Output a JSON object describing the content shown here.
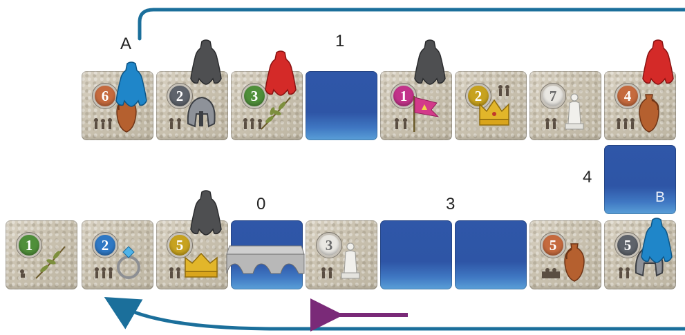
{
  "labels": {
    "a": "A",
    "one": "1",
    "zero": "0",
    "three": "3",
    "four": "4",
    "b": "B"
  },
  "colors": {
    "track_arrow": "#1b6f9b",
    "direction_arrow": "#7a2a78",
    "sea": "#2f57a8",
    "blue_pawn": "#1f86c9",
    "red_pawn": "#d42a28",
    "grey_pawn": "#4e4f51"
  },
  "top_row": [
    {
      "type": "land",
      "value": "6",
      "coin_color": "#c56a3e",
      "good": "amphora-icon"
    },
    {
      "type": "land",
      "value": "2",
      "coin_color": "#5e636b",
      "good": "helmet-icon"
    },
    {
      "type": "land",
      "value": "3",
      "coin_color": "#4f8f3a",
      "good": "olive-branch-icon"
    },
    {
      "type": "sea"
    },
    {
      "type": "land",
      "value": "1",
      "coin_color": "#c2338a",
      "good": "flag-icon"
    },
    {
      "type": "land",
      "value": "2",
      "coin_color": "#c7a21f",
      "good": "crown-icon"
    },
    {
      "type": "land",
      "value": "7",
      "coin_color": "#e9e7e2",
      "good": "statue-icon"
    },
    {
      "type": "land",
      "value": "4",
      "coin_color": "#c56a3e",
      "good": "amphora-icon"
    }
  ],
  "bottom_row": [
    {
      "type": "land",
      "value": "1",
      "coin_color": "#4f8f3a",
      "good": "olive-branch-icon"
    },
    {
      "type": "land",
      "value": "2",
      "coin_color": "#2f78c4",
      "good": "ring-icon"
    },
    {
      "type": "land",
      "value": "5",
      "coin_color": "#c7a21f",
      "good": "crown-icon"
    },
    {
      "type": "sea",
      "bridge": true
    },
    {
      "type": "land",
      "value": "3",
      "coin_color": "#e9e7e2",
      "good": "statue-icon"
    },
    {
      "type": "sea"
    },
    {
      "type": "sea"
    },
    {
      "type": "land",
      "value": "5",
      "coin_color": "#c56a3e",
      "good": "amphora-icon"
    },
    {
      "type": "land",
      "value": "5",
      "coin_color": "#5e636b",
      "good": "helmet-icon"
    }
  ],
  "pawns": {
    "blue_on_top_6": "blue",
    "grey_on_top_2": "grey",
    "red_on_top_3": "red",
    "grey_on_top_1": "grey",
    "red_on_top_4": "red",
    "grey_on_bottom_5": "grey",
    "blue_on_bottom_5": "blue"
  }
}
